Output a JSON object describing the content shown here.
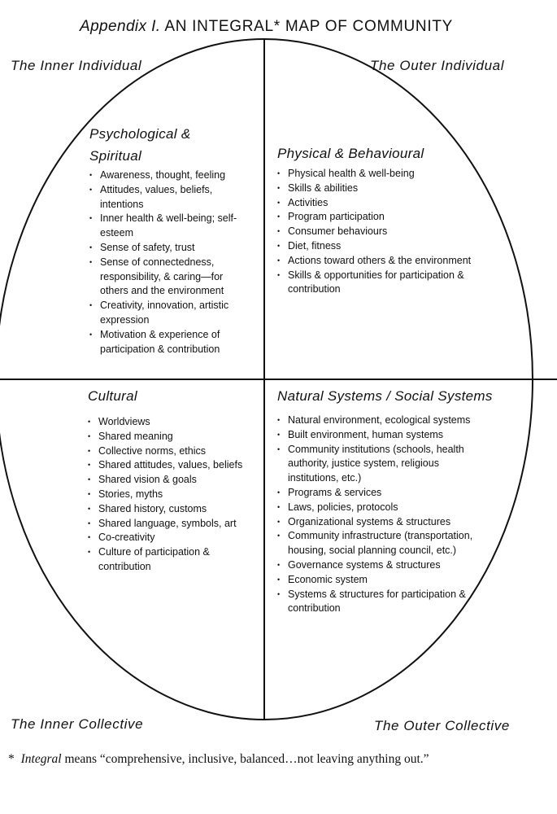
{
  "title": {
    "lead": "Appendix I.",
    "main": "AN INTEGRAL* MAP OF COMMUNITY"
  },
  "corners": {
    "top_left": "The Inner Individual",
    "top_right": "The Outer Individual",
    "bottom_left": "The Inner Collective",
    "bottom_right": "The Outer Collective"
  },
  "quadrants": {
    "upper_left": {
      "title_line1": "Psychological &",
      "title_line2": "Spiritual",
      "items": [
        "Awareness, thought, feeling",
        "Attitudes, values, beliefs, intentions",
        "Inner health & well-being; self-esteem",
        "Sense of safety, trust",
        "Sense of connectedness, responsibility, & caring—for others and the environment",
        "Creativity, innovation, artistic expression",
        "Motivation & experience of participation & contribution"
      ]
    },
    "upper_right": {
      "title": "Physical & Behavioural",
      "items": [
        "Physical health & well-being",
        "Skills & abilities",
        "Activities",
        "Program participation",
        "Consumer behaviours",
        "Diet, fitness",
        "Actions toward others & the environment",
        "Skills & opportunities for participation & contribution"
      ]
    },
    "lower_left": {
      "title": "Cultural",
      "items": [
        "Worldviews",
        "Shared meaning",
        "Collective norms, ethics",
        "Shared attitudes, values, beliefs",
        "Shared vision & goals",
        "Stories, myths",
        "Shared history, customs",
        "Shared language, symbols, art",
        "Co-creativity",
        "Culture of participation & contribution"
      ]
    },
    "lower_right": {
      "title": "Natural Systems / Social Systems",
      "items": [
        "Natural environment, ecological systems",
        "Built environment, human systems",
        "Community institutions (schools, health authority, justice system, religious institutions, etc.)",
        "Programs & services",
        "Laws, policies, protocols",
        "Organizational systems & structures",
        "Community infrastructure (transportation, housing, social planning council, etc.)",
        "Governance systems & structures",
        "Economic system",
        "Systems & structures for participation & contribution"
      ]
    }
  },
  "footnote": {
    "mark": "*",
    "term": "Integral",
    "text": "means “comprehensive, inclusive, balanced…not leaving anything out.”"
  }
}
